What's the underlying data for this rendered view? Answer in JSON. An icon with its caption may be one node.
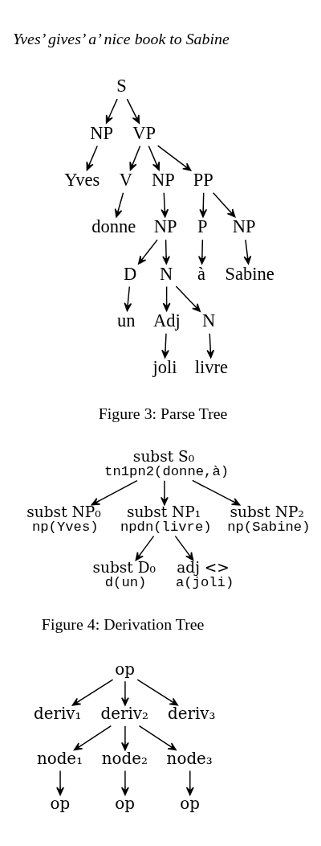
{
  "diagram": {
    "nodes": [
      {
        "text": [
          "S"
        ]
      },
      {
        "text": [
          "NP"
        ]
      },
      {
        "text": [
          "VP"
        ]
      },
      {
        "text": [
          "Yves"
        ]
      },
      {
        "text": [
          "V"
        ]
      },
      {
        "text": [
          "NP"
        ]
      },
      {
        "text": [
          "PP"
        ]
      },
      {
        "text": [
          "donne"
        ]
      },
      {
        "text": [
          "NP"
        ]
      },
      {
        "text": [
          "P"
        ]
      },
      {
        "text": [
          "NP"
        ]
      },
      {
        "text": [
          "D"
        ]
      },
      {
        "text": [
          "N"
        ]
      },
      {
        "text": [
          "à"
        ]
      },
      {
        "text": [
          "Sabine"
        ]
      },
      {
        "text": [
          "un"
        ]
      },
      {
        "text": [
          "Adj"
        ]
      },
      {
        "text": [
          "N"
        ]
      },
      {
        "text": [
          "joli"
        ]
      },
      {
        "text": [
          "livre"
        ]
      },
      {
        "text": [
          "subst S₀",
          "tn1pn2(donne,à)"
        ]
      },
      {
        "text": [
          "subst NP₀",
          "np(Yves)"
        ]
      },
      {
        "text": [
          "subst NP₁",
          "npdn(livre)"
        ]
      },
      {
        "text": [
          "subst NP₂",
          "np(Sabine)"
        ]
      },
      {
        "text": [
          "subst D₀",
          "d(un)"
        ]
      },
      {
        "text": [
          "adj <>",
          "a(joli)"
        ]
      },
      {
        "text": [
          "op"
        ]
      },
      {
        "text": [
          "deriv₁"
        ]
      },
      {
        "text": [
          "deriv₂"
        ]
      },
      {
        "text": [
          "deriv₃"
        ]
      },
      {
        "text": [
          "node₁"
        ]
      },
      {
        "text": [
          "node₂"
        ]
      },
      {
        "text": [
          "node₃"
        ]
      },
      {
        "text": [
          "op"
        ]
      },
      {
        "text": [
          "op"
        ]
      },
      {
        "text": [
          "op"
        ]
      }
    ],
    "edges": [
      {
        "from": 0,
        "to": 1,
        "arrow": "to"
      },
      {
        "from": 0,
        "to": 2,
        "arrow": "to"
      },
      {
        "from": 1,
        "to": 3,
        "arrow": "to"
      },
      {
        "from": 2,
        "to": 4,
        "arrow": "to"
      },
      {
        "from": 2,
        "to": 5,
        "arrow": "to"
      },
      {
        "from": 2,
        "to": 6,
        "arrow": "to"
      },
      {
        "from": 4,
        "to": 7,
        "arrow": "to"
      },
      {
        "from": 5,
        "to": 8,
        "arrow": "to"
      },
      {
        "from": 6,
        "to": 9,
        "arrow": "to"
      },
      {
        "from": 6,
        "to": 10,
        "arrow": "to"
      },
      {
        "from": 8,
        "to": 11,
        "arrow": "to"
      },
      {
        "from": 8,
        "to": 12,
        "arrow": "to"
      },
      {
        "from": 9,
        "to": 13,
        "arrow": "to"
      },
      {
        "from": 10,
        "to": 14,
        "arrow": "to"
      },
      {
        "from": 11,
        "to": 15,
        "arrow": "to"
      },
      {
        "from": 12,
        "to": 16,
        "arrow": "to"
      },
      {
        "from": 12,
        "to": 17,
        "arrow": "to"
      },
      {
        "from": 16,
        "to": 18,
        "arrow": "to"
      },
      {
        "from": 17,
        "to": 19,
        "arrow": "to"
      },
      {
        "from": 20,
        "to": 21,
        "arrow": "to"
      },
      {
        "from": 20,
        "to": 22,
        "arrow": "to"
      },
      {
        "from": 20,
        "to": 23,
        "arrow": "to"
      },
      {
        "from": 22,
        "to": 24,
        "arrow": "to"
      },
      {
        "from": 22,
        "to": 25,
        "arrow": "to"
      },
      {
        "from": 26,
        "to": 27,
        "arrow": "to"
      },
      {
        "from": 26,
        "to": 28,
        "arrow": "to"
      },
      {
        "from": 26,
        "to": 29,
        "arrow": "to"
      },
      {
        "from": 28,
        "to": 30,
        "arrow": "to"
      },
      {
        "from": 28,
        "to": 31,
        "arrow": "to"
      },
      {
        "from": 28,
        "to": 32,
        "arrow": "to"
      },
      {
        "from": 30,
        "to": 33,
        "arrow": "to"
      },
      {
        "from": 31,
        "to": 34,
        "arrow": "to"
      },
      {
        "from": 32,
        "to": 35,
        "arrow": "to"
      }
    ],
    "labels": [
      "Yves’ gives’ a’ nice book to Sabine",
      "Figure 3: Parse Tree",
      "Figure 4: Derivation Tree"
    ]
  }
}
